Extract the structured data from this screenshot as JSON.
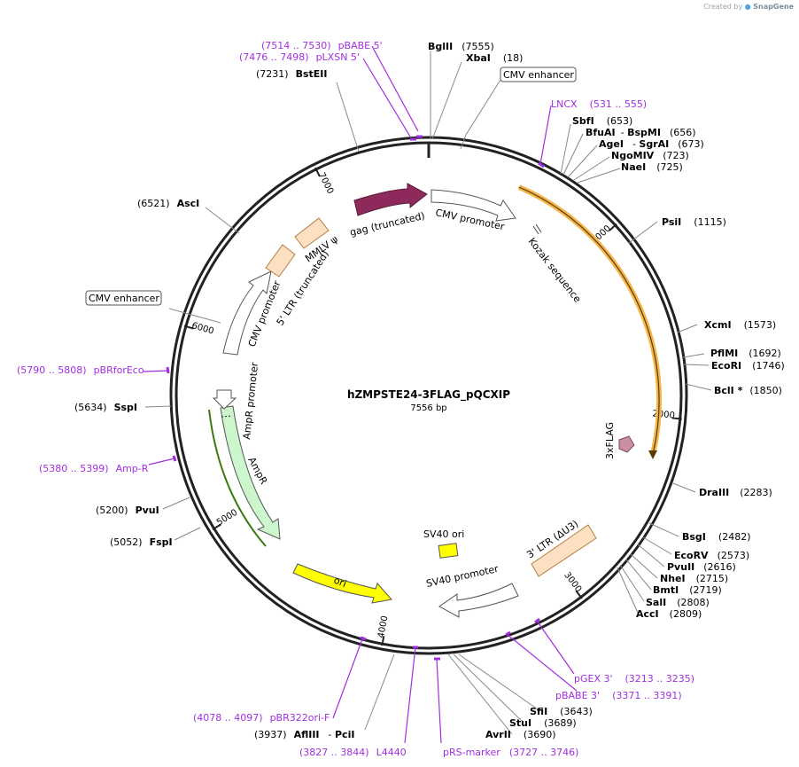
{
  "header": {
    "credit_prefix": "Created by",
    "credit_brand": "SnapGene"
  },
  "plasmid": {
    "name": "hZMPSTE24-3FLAG_pQCXIP",
    "length_label": "7556 bp",
    "length": 7556
  },
  "colors": {
    "backbone": "#222222",
    "primer": "#a12ee0",
    "gag": "#8e2a5b",
    "cmv_promoter": "#ffffff",
    "orf_highlight": "#f4b64c",
    "ampr": "#ccf7cc",
    "ampr_line": "#3b7a12",
    "ori": "#ffff00",
    "sv40_ori": "#ffff00",
    "ltr": "#fde0c2",
    "flag": "#c98fa4"
  },
  "ticks": [
    {
      "pos": 1000,
      "label": "1000"
    },
    {
      "pos": 2000,
      "label": "2000"
    },
    {
      "pos": 3000,
      "label": "3000"
    },
    {
      "pos": 4000,
      "label": "4000"
    },
    {
      "pos": 5000,
      "label": "5000"
    },
    {
      "pos": 6000,
      "label": "6000"
    },
    {
      "pos": 7000,
      "label": "7000"
    }
  ],
  "enzymes": [
    {
      "name": "BglII",
      "pos": "(7555)"
    },
    {
      "name": "XbaI",
      "pos": "(18)"
    },
    {
      "name": "SbfI",
      "pos": "(653)"
    },
    {
      "name": "BfuAI",
      "pos": ""
    },
    {
      "name": "BspMI",
      "pos": "(656)",
      "prefix": "- "
    },
    {
      "name": "AgeI",
      "pos": ""
    },
    {
      "name": "SgrAI",
      "pos": "(673)",
      "prefix": "- "
    },
    {
      "name": "NgoMIV",
      "pos": "(723)"
    },
    {
      "name": "NaeI",
      "pos": "(725)"
    },
    {
      "name": "PsiI",
      "pos": "(1115)"
    },
    {
      "name": "XcmI",
      "pos": "(1573)"
    },
    {
      "name": "PflMI",
      "pos": "(1692)"
    },
    {
      "name": "EcoRI",
      "pos": "(1746)"
    },
    {
      "name": "BclI *",
      "pos": "(1850)"
    },
    {
      "name": "DraIII",
      "pos": "(2283)"
    },
    {
      "name": "BsgI",
      "pos": "(2482)"
    },
    {
      "name": "EcoRV",
      "pos": "(2573)"
    },
    {
      "name": "PvuII",
      "pos": "(2616)"
    },
    {
      "name": "NheI",
      "pos": "(2715)"
    },
    {
      "name": "BmtI",
      "pos": "(2719)"
    },
    {
      "name": "SalI",
      "pos": "(2808)"
    },
    {
      "name": "AccI",
      "pos": "(2809)"
    },
    {
      "name": "SfiI",
      "pos": "(3643)"
    },
    {
      "name": "StuI",
      "pos": "(3689)"
    },
    {
      "name": "AvrII",
      "pos": "(3690)"
    },
    {
      "name": "AflIII",
      "pos": "(3937)"
    },
    {
      "name": "PciI",
      "pos": "",
      "prefix": "- "
    },
    {
      "name": "FspI",
      "pos": "(5052)"
    },
    {
      "name": "PvuI",
      "pos": "(5200)"
    },
    {
      "name": "SspI",
      "pos": "(5634)"
    },
    {
      "name": "AscI",
      "pos": "(6521)"
    },
    {
      "name": "BstEII",
      "pos": "(7231)"
    }
  ],
  "primers": [
    {
      "name": "pBABE 5'",
      "range": "(7514 .. 7530)"
    },
    {
      "name": "pLXSN 5'",
      "range": "(7476 .. 7498)"
    },
    {
      "name": "LNCX",
      "range": "(531 .. 555)"
    },
    {
      "name": "pGEX 3'",
      "range": "(3213 .. 3235)"
    },
    {
      "name": "pBABE 3'",
      "range": "(3371 .. 3391)"
    },
    {
      "name": "pRS-marker",
      "range": "(3727 .. 3746)"
    },
    {
      "name": "L4440",
      "range": "(3827 .. 3844)"
    },
    {
      "name": "pBR322ori-F",
      "range": "(4078 .. 4097)"
    },
    {
      "name": "Amp-R",
      "range": "(5380 .. 5399)"
    },
    {
      "name": "pBRforEco",
      "range": "(5790 .. 5808)"
    }
  ],
  "features": {
    "gag": "gag (truncated)",
    "cmv_promoter_top": "CMV promoter",
    "kozak": "Kozak sequence",
    "flag": "3xFLAG",
    "ltr3": "3' LTR (ΔU3)",
    "sv40_promoter": "SV40 promoter",
    "sv40_ori": "SV40 ori",
    "ori": "ori",
    "ampr": "AmpR",
    "ampr_promoter": "AmpR promoter",
    "cmv_promoter_left": "CMV promoter",
    "ltr5": "5' LTR (truncated)",
    "mmlv": "MMLV ψ"
  },
  "boxed_labels": {
    "cmv_enhancer_top": "CMV enhancer",
    "cmv_enhancer_left": "CMV enhancer"
  }
}
